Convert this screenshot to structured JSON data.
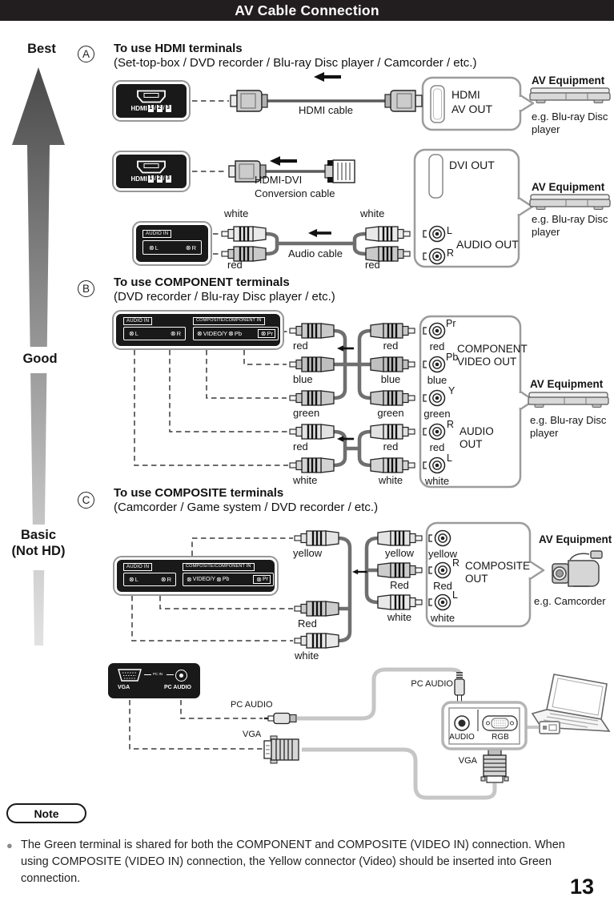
{
  "title": "AV Cable Connection",
  "page_number": "13",
  "colors": {
    "title_bar": "#221e20",
    "panel_black": "#191919"
  },
  "icons": {
    "circle_x": "⊗",
    "bullet": "●"
  },
  "quality": {
    "best": "Best",
    "good": "Good",
    "basic_line1": "Basic",
    "basic_line2": "(Not HD)"
  },
  "sections": {
    "a": {
      "letter": "A",
      "heading": "To use  HDMI terminals",
      "subheading": "(Set-top-box / DVD recorder / Blu-ray Disc player / Camcorder / etc.)"
    },
    "b": {
      "letter": "B",
      "heading": "To use  COMPONENT terminals",
      "subheading": "(DVD recorder / Blu-ray Disc player / etc.)"
    },
    "c": {
      "letter": "C",
      "heading": "To use  COMPOSITE terminals",
      "subheading": "(Camcorder / Game system / DVD recorder / etc.)"
    }
  },
  "tv_panels": {
    "hdmi": {
      "label": "HDMI",
      "ports": [
        "1",
        "2",
        "3"
      ],
      "sep": "/"
    },
    "audio_in": {
      "title": "AUDIO IN",
      "l": "L",
      "r": "R"
    },
    "composite_component_in": {
      "title": "COMPOSITE/COMPONENT IN",
      "video_y": "VIDEO/Y",
      "pb": "Pb",
      "pr": "Pr"
    },
    "pc": {
      "vga": "VGA",
      "pc_in": "PC IN",
      "pc_audio": "PC AUDIO"
    }
  },
  "hdmi_row": {
    "cable_label": "HDMI cable",
    "box_line1": "HDMI",
    "box_line2": "AV OUT"
  },
  "dvi_row": {
    "cable_label_line1": "HDMI-DVI",
    "cable_label_line2": "Conversion cable",
    "dvi_out": "DVI OUT",
    "audio_out": "AUDIO OUT",
    "jack_l": "L",
    "jack_r": "R"
  },
  "audio_row": {
    "cable_label": "Audio cable",
    "tv_side": [
      "white",
      "red"
    ],
    "device_side": [
      "white",
      "red"
    ]
  },
  "component": {
    "left_labels": [
      "red",
      "blue",
      "green",
      "red",
      "white"
    ],
    "mid_labels": [
      "red",
      "blue",
      "green",
      "red",
      "white"
    ],
    "jack_letters": [
      "Pr",
      "Pb",
      "Y",
      "R",
      "L"
    ],
    "jack_colors": [
      "red",
      "blue",
      "green",
      "red",
      "white"
    ],
    "video_out_line1": "COMPONENT",
    "video_out_line2": "VIDEO OUT",
    "audio_out_line1": "AUDIO",
    "audio_out_line2": "OUT"
  },
  "composite": {
    "left_labels": [
      "yellow",
      "Red",
      "white"
    ],
    "mid_labels": [
      "yellow",
      "Red",
      "white"
    ],
    "jack_letters": [
      "R",
      "L"
    ],
    "jack_colors": [
      "yellow",
      "Red",
      "white"
    ],
    "out_line1": "COMPOSITE",
    "out_line2": "OUT"
  },
  "pc_row": {
    "pc_audio_label": "PC AUDIO",
    "vga_label": "VGA",
    "pc_audio_right_label": "PC AUDIO",
    "vga_right_label": "VGA",
    "audio_port": "AUDIO",
    "rgb_port": "RGB"
  },
  "equipment": {
    "title": "AV Equipment",
    "bluray_line1": "e.g. Blu-ray Disc",
    "bluray_line2": "player",
    "camcorder": "e.g. Camcorder"
  },
  "note": {
    "label": "Note",
    "text": "The Green terminal is shared for both the COMPONENT and COMPOSITE (VIDEO IN) connection. When using COMPOSITE (VIDEO IN) connection, the Yellow connector (Video) should be inserted into Green connection."
  }
}
